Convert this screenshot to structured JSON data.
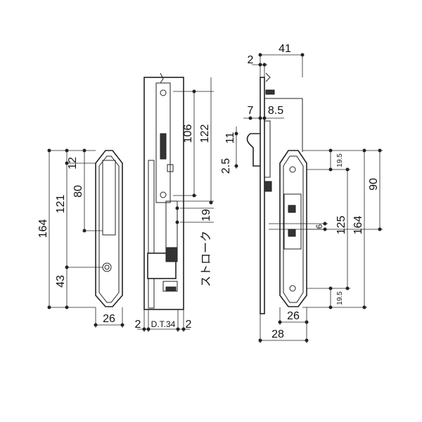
{
  "left_view": {
    "height_total": "164",
    "height_121": "121",
    "height_80": "80",
    "top_12": "12",
    "bottom_43": "43",
    "width_26": "26"
  },
  "middle_view": {
    "dim_106": "106",
    "dim_122": "122",
    "dim_19": "19",
    "stroke_label": "ストローク",
    "left_2": "2",
    "dt_label": "D.T.34",
    "right_2": "2"
  },
  "right_view": {
    "top_2": "2",
    "top_41": "41",
    "dim_7": "7",
    "dim_8_5": "8.5",
    "dim_2_5": "2.5",
    "dim_11": "11",
    "top_19_5": "19.5",
    "bottom_19_5": "19.5",
    "dim_90": "90",
    "dim_125": "125",
    "dim_164": "164",
    "dim_6": "6",
    "width_26": "26",
    "width_28": "28"
  },
  "colors": {
    "line": "#222222",
    "background": "#ffffff"
  }
}
